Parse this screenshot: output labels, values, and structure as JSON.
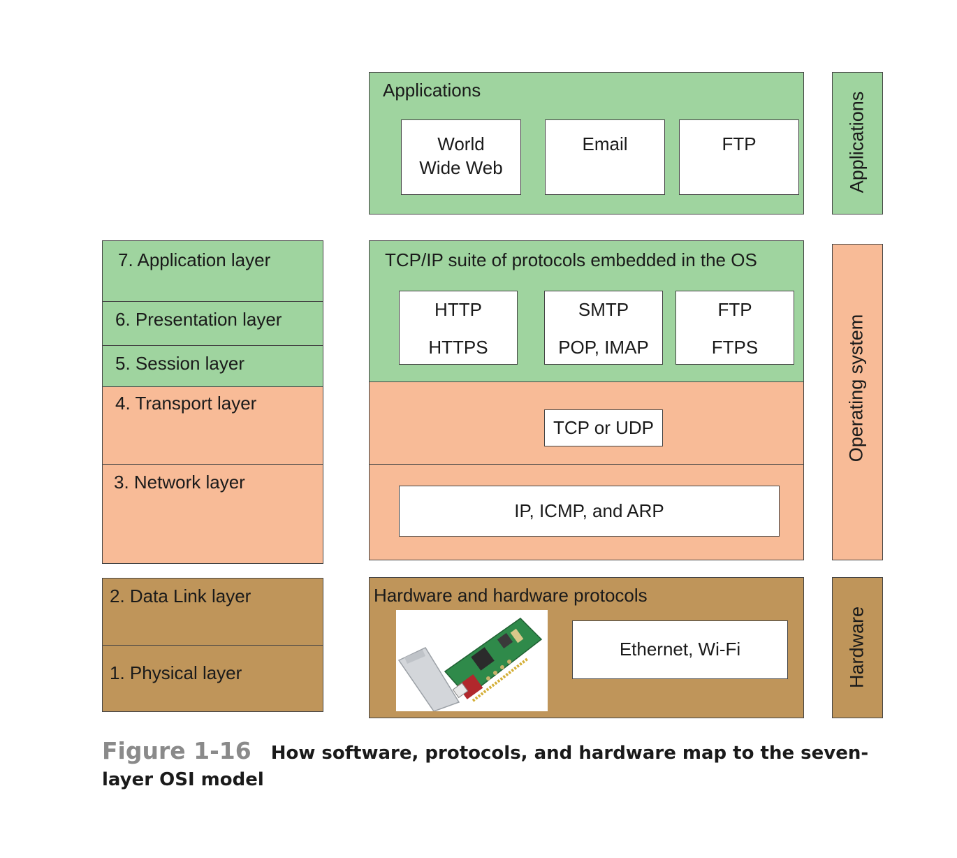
{
  "osi_layers": {
    "l7": "7. Application layer",
    "l6": "6. Presentation layer",
    "l5": "5. Session layer",
    "l4": "4. Transport layer",
    "l3": "3. Network layer",
    "l2": "2. Data Link layer",
    "l1": "1. Physical layer"
  },
  "applications_panel": {
    "title": "Applications",
    "items": [
      {
        "line1": "World",
        "line2": "Wide Web"
      },
      {
        "line1": "Email"
      },
      {
        "line1": "FTP"
      }
    ]
  },
  "tcpip_panel": {
    "title": "TCP/IP suite of protocols embedded in the OS",
    "protocol_boxes": [
      {
        "top": "HTTP",
        "bottom": "HTTPS"
      },
      {
        "top": "SMTP",
        "bottom": "POP, IMAP"
      },
      {
        "top": "FTP",
        "bottom": "FTPS"
      }
    ],
    "transport_box": "TCP or UDP",
    "network_box": "IP, ICMP, and ARP"
  },
  "hardware_panel": {
    "title": "Hardware and hardware protocols",
    "link_box": "Ethernet, Wi-Fi"
  },
  "side_labels": {
    "applications": "Applications",
    "os": "Operating system",
    "hardware": "Hardware"
  },
  "caption": {
    "figure_number": "Figure 1-16",
    "text": "How software, protocols, and hardware map to the seven-layer OSI model"
  },
  "colors": {
    "upper_layers_green": "#9fd49f",
    "middle_layers_peach": "#f8bb97",
    "lower_layers_brown": "#bf955a"
  }
}
